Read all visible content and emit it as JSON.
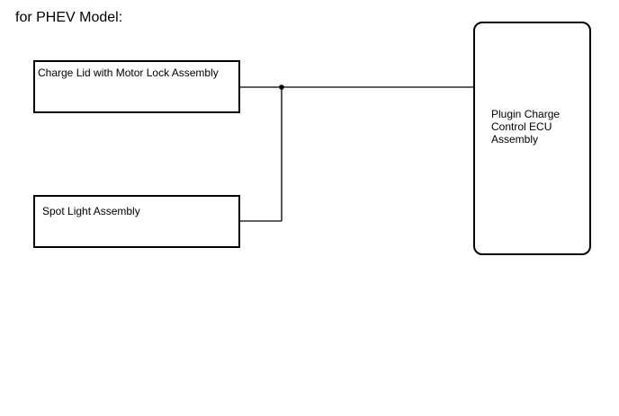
{
  "heading": "for PHEV Model:",
  "components": {
    "charge_lid": "Charge Lid with Motor Lock Assembly",
    "spot_light": "Spot Light Assembly",
    "ecu": {
      "lines": [
        "Plugin Charge",
        "Control ECU",
        "Assembly"
      ]
    }
  }
}
